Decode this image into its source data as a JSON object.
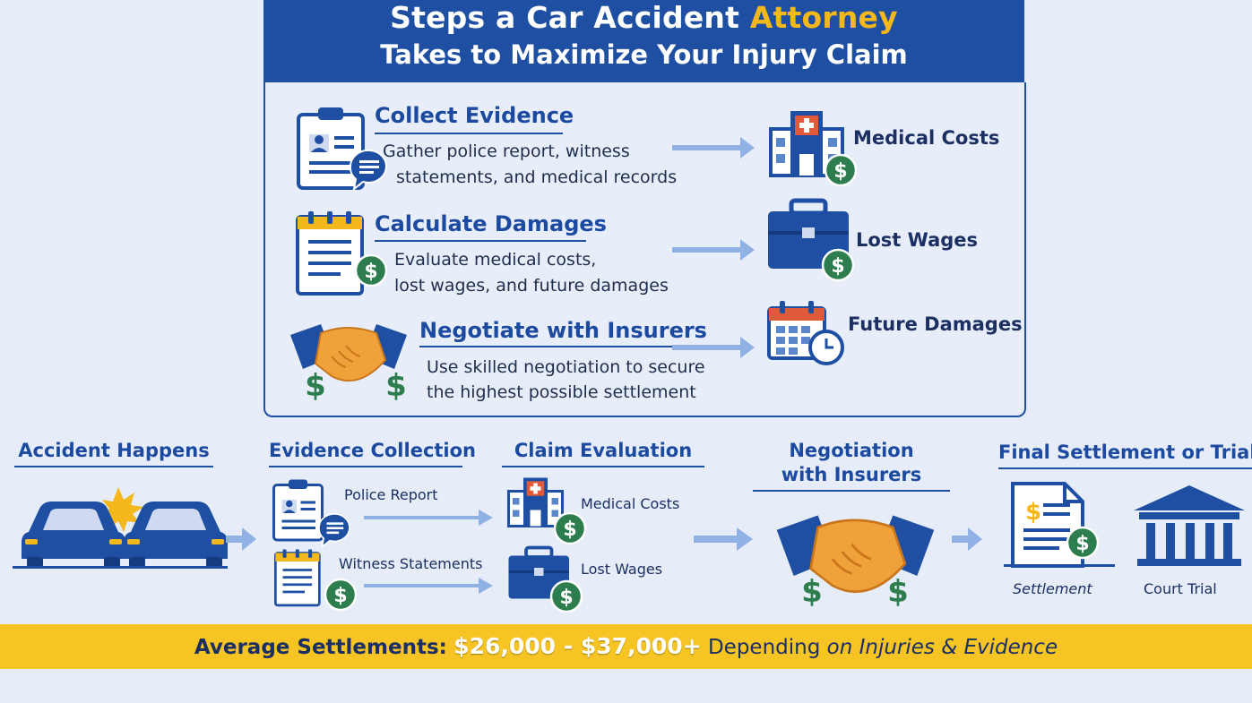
{
  "title": {
    "line1_prefix": "Steps a Car Accident",
    "line1_accent": "Attorney",
    "line2": "Takes to Maximize Your Injury Claim"
  },
  "steps": [
    {
      "heading": "Collect Evidence",
      "desc_line1": "Gather police report, witness",
      "desc_line2": "statements, and medical records",
      "icon": "clipboard-profile-icon"
    },
    {
      "heading": "Calculate Damages",
      "desc_line1": "Evaluate medical costs,",
      "desc_line2": "lost wages, and future damages",
      "icon": "notepad-dollar-icon"
    },
    {
      "heading": "Negotiate with Insurers",
      "desc_line1": "Use skilled negotiation to secure",
      "desc_line2": "the highest possible settlement",
      "icon": "handshake-icon"
    }
  ],
  "costs": [
    {
      "label": "Medical Costs",
      "icon": "hospital-icon"
    },
    {
      "label": "Lost Wages",
      "icon": "briefcase-icon"
    },
    {
      "label": "Future Damages",
      "icon": "calendar-clock-icon"
    }
  ],
  "timeline": {
    "stages": [
      {
        "heading": "Accident Happens"
      },
      {
        "heading": "Evidence Collection"
      },
      {
        "heading": "Claim Evaluation"
      },
      {
        "heading_line1": "Negotiation",
        "heading_line2": "with Insurers"
      },
      {
        "heading": "Final Settlement or Trial"
      }
    ],
    "evidence_items": [
      "Police Report",
      "Witness Statements"
    ],
    "evaluation_items": [
      "Medical Costs",
      "Lost Wages"
    ],
    "final_items": [
      "Settlement",
      "Court Trial"
    ]
  },
  "average_bar": {
    "lead": "Average Settlements:",
    "range": "$26,000 - $37,000+",
    "tail_plain": "Depending",
    "tail_italic": "on Injuries & Evidence"
  },
  "colors": {
    "navy": "#1e4fa3",
    "gold": "#f5b81c",
    "green": "#2e7d4f",
    "orange": "#f0a13a",
    "bar_yellow": "#f6c423"
  }
}
